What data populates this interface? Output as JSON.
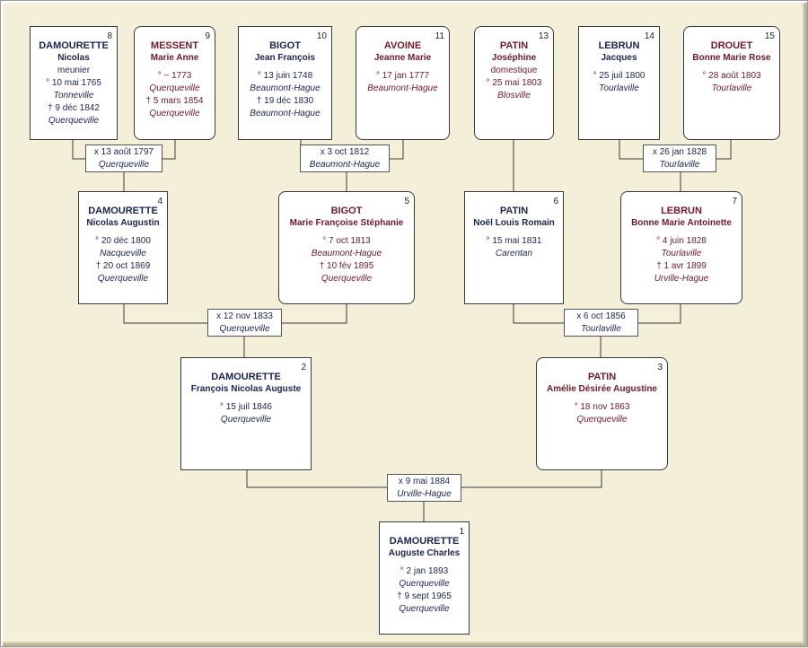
{
  "persons": {
    "p1": {
      "num": "1",
      "surname": "DAMOURETTE",
      "given": "Auguste Charles",
      "occupation": "",
      "birth": "° 2 jan 1893",
      "birth_place": "Querqueville",
      "death": "† 9 sept 1965",
      "death_place": "Querqueville"
    },
    "p2": {
      "num": "2",
      "surname": "DAMOURETTE",
      "given": "François Nicolas Auguste",
      "occupation": "",
      "birth": "° 15 juil 1846",
      "birth_place": "Querqueville",
      "death": "",
      "death_place": ""
    },
    "p3": {
      "num": "3",
      "surname": "PATIN",
      "given": "Amélie Désirée Augustine",
      "occupation": "",
      "birth": "° 18 nov 1863",
      "birth_place": "Querqueville",
      "death": "",
      "death_place": ""
    },
    "p4": {
      "num": "4",
      "surname": "DAMOURETTE",
      "given": "Nicolas Augustin",
      "occupation": "",
      "birth": "° 20 déc 1800",
      "birth_place": "Nacqueville",
      "death": "† 20 oct 1869",
      "death_place": "Querqueville"
    },
    "p5": {
      "num": "5",
      "surname": "BIGOT",
      "given": "Marie Françoise Stéphanie",
      "occupation": "",
      "birth": "° 7 oct 1813",
      "birth_place": "Beaumont-Hague",
      "death": "† 10 fév 1895",
      "death_place": "Querqueville"
    },
    "p6": {
      "num": "6",
      "surname": "PATIN",
      "given": "Noël Louis Romain",
      "occupation": "",
      "birth": "° 15 mai 1831",
      "birth_place": "Carentan",
      "death": "",
      "death_place": ""
    },
    "p7": {
      "num": "7",
      "surname": "LEBRUN",
      "given": "Bonne Marie Antoinette",
      "occupation": "",
      "birth": "° 4 juin 1828",
      "birth_place": "Tourlaville",
      "death": "† 1 avr 1899",
      "death_place": "Urville-Hague"
    },
    "p8": {
      "num": "8",
      "surname": "DAMOURETTE",
      "given": "Nicolas",
      "occupation": "meunier",
      "birth": "° 10 mai 1765",
      "birth_place": "Tonneville",
      "death": "† 9 déc 1842",
      "death_place": "Querqueville"
    },
    "p9": {
      "num": "9",
      "surname": "MESSENT",
      "given": "Marie Anne",
      "occupation": "",
      "birth": "° ~ 1773",
      "birth_place": "Querqueville",
      "death": "† 5 mars 1854",
      "death_place": "Querqueville"
    },
    "p10": {
      "num": "10",
      "surname": "BIGOT",
      "given": "Jean François",
      "occupation": "",
      "birth": "° 13 juin 1748",
      "birth_place": "Beaumont-Hague",
      "death": "† 19 déc 1830",
      "death_place": "Beaumont-Hague"
    },
    "p11": {
      "num": "11",
      "surname": "AVOINE",
      "given": "Jeanne Marie",
      "occupation": "",
      "birth": "° 17 jan 1777",
      "birth_place": "Beaumont-Hague",
      "death": "",
      "death_place": ""
    },
    "p13": {
      "num": "13",
      "surname": "PATIN",
      "given": "Joséphine",
      "occupation": "domestique",
      "birth": "° 25 mai 1803",
      "birth_place": "Blosville",
      "death": "",
      "death_place": ""
    },
    "p14": {
      "num": "14",
      "surname": "LEBRUN",
      "given": "Jacques",
      "occupation": "",
      "birth": "° 25 juil 1800",
      "birth_place": "Tourlaville",
      "death": "",
      "death_place": ""
    },
    "p15": {
      "num": "15",
      "surname": "DROUET",
      "given": "Bonne Marie Rose",
      "occupation": "",
      "birth": "° 28 août 1803",
      "birth_place": "Tourlaville",
      "death": "",
      "death_place": ""
    }
  },
  "marriages": {
    "m8_9": {
      "date": "x 13 août 1797",
      "place": "Querqueville"
    },
    "m10_11": {
      "date": "x 3 oct 1812",
      "place": "Beaumont-Hague"
    },
    "m14_15": {
      "date": "x 26 jan 1828",
      "place": "Tourlaville"
    },
    "m4_5": {
      "date": "x 12 nov 1833",
      "place": "Querqueville"
    },
    "m6_7": {
      "date": "x 6 oct 1856",
      "place": "Tourlaville"
    },
    "m2_3": {
      "date": "x 9 mai 1884",
      "place": "Urville-Hague"
    }
  },
  "colors": {
    "male": "#1a2450",
    "female": "#6e1a2a",
    "background": "#f4efd8",
    "line": "#3a3a3a"
  }
}
